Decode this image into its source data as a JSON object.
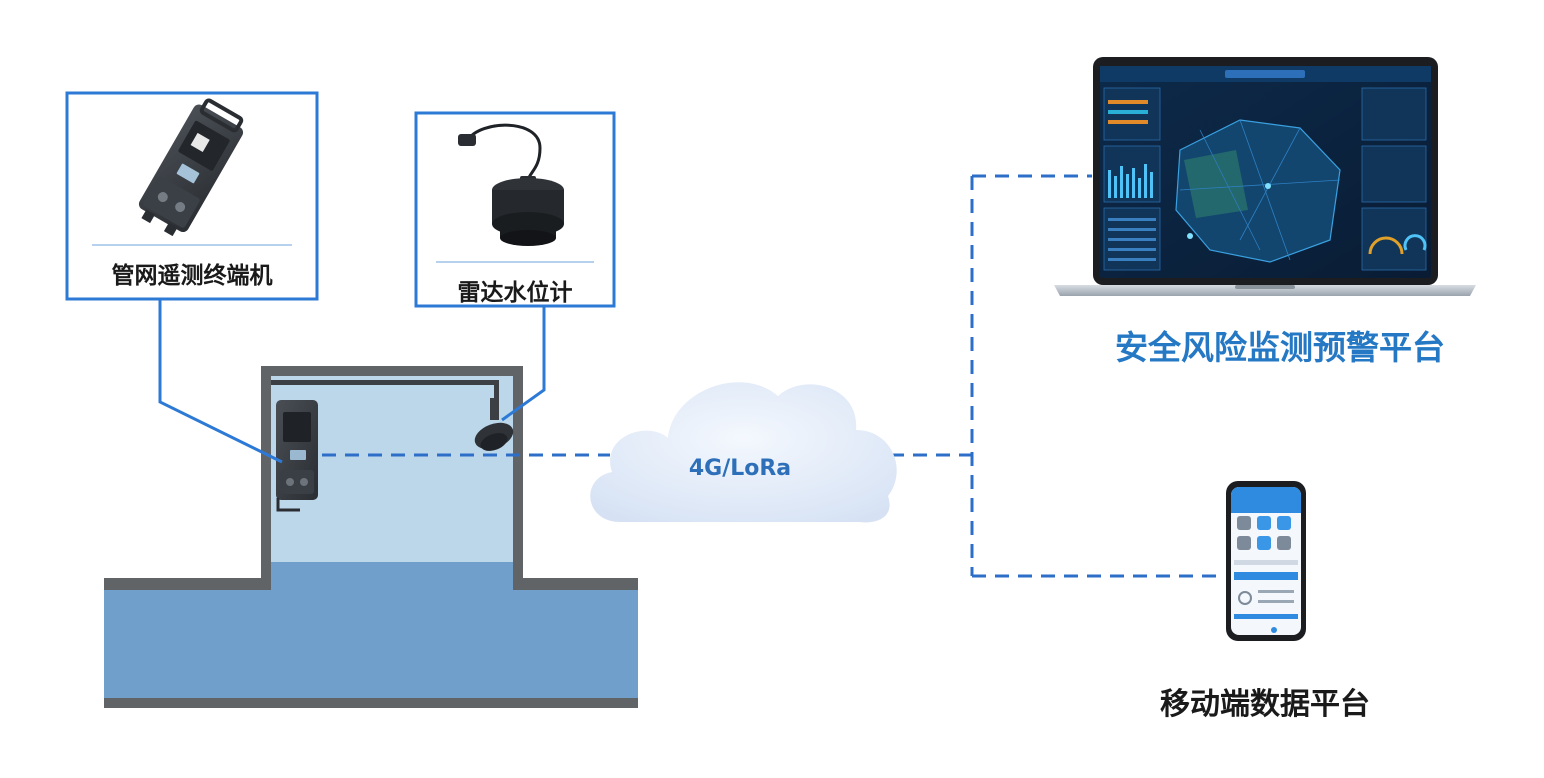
{
  "devices": {
    "terminal": {
      "label": "管网遥测终端机"
    },
    "radar": {
      "label": "雷达水位计"
    }
  },
  "network": {
    "label": "4G/LoRa"
  },
  "platforms": {
    "web": {
      "label": "安全风险监测预警平台"
    },
    "mobile": {
      "label": "移动端数据平台"
    }
  },
  "colors": {
    "frame_blue": "#2d7ad6",
    "dashed_blue": "#2d6fc8",
    "water_light": "#bcd6ea",
    "water_dark": "#6f9fca",
    "wall_gray": "#606466",
    "cloud": "#e4ecf8",
    "platform_label": "#2478c4"
  }
}
